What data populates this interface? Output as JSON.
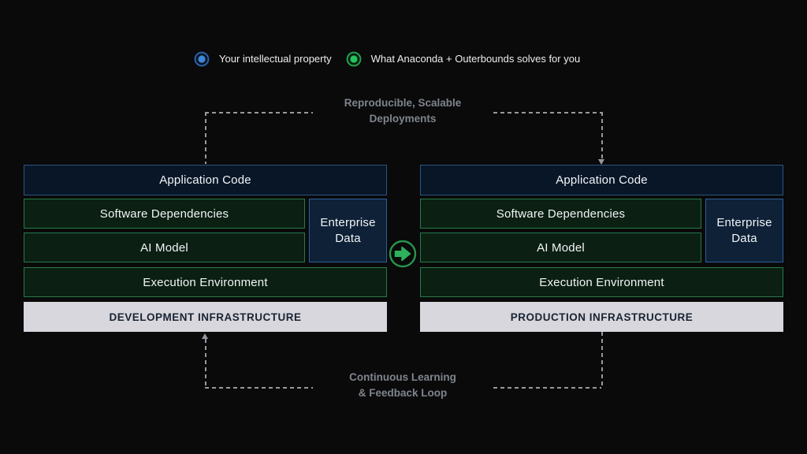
{
  "legend": {
    "items": [
      {
        "label": "Your intellectual property",
        "dot_color": "#3f86d8",
        "ring_color": "#2a62a8"
      },
      {
        "label": "What Anaconda + Outerbounds solves for you",
        "dot_color": "#25c35f",
        "ring_color": "#21a351"
      }
    ]
  },
  "flows": {
    "top": {
      "line1": "Reproducible, Scalable",
      "line2": "Deployments"
    },
    "bottom": {
      "line1": "Continuous Learning",
      "line2": "&  Feedback Loop"
    },
    "center_arrow": {
      "direction": "right",
      "color": "#2eb05c"
    }
  },
  "stacks": [
    {
      "application_code": "Application Code",
      "software_dependencies": "Software Dependencies",
      "ai_model": "AI Model",
      "enterprise_data": "Enterprise Data",
      "execution_environment": "Execution Environment",
      "infrastructure_label": "DEVELOPMENT INFRASTRUCTURE"
    },
    {
      "application_code": "Application Code",
      "software_dependencies": "Software Dependencies",
      "ai_model": "AI Model",
      "enterprise_data": "Enterprise Data",
      "execution_environment": "Execution Environment",
      "infrastructure_label": "PRODUCTION INFRASTRUCTURE"
    }
  ],
  "colors": {
    "background": "#0a0a0a",
    "ip_fill": "#081628",
    "ip_border": "#2e5380",
    "enterprise_fill": "#0e2137",
    "enterprise_border": "#2d5d9b",
    "solution_fill": "#0b2013",
    "solution_border": "#27794a",
    "infrastructure_fill": "#d7d7dd",
    "infrastructure_text": "#1a2433",
    "flow_text": "#7f848d",
    "dash_line": "#95999f"
  }
}
